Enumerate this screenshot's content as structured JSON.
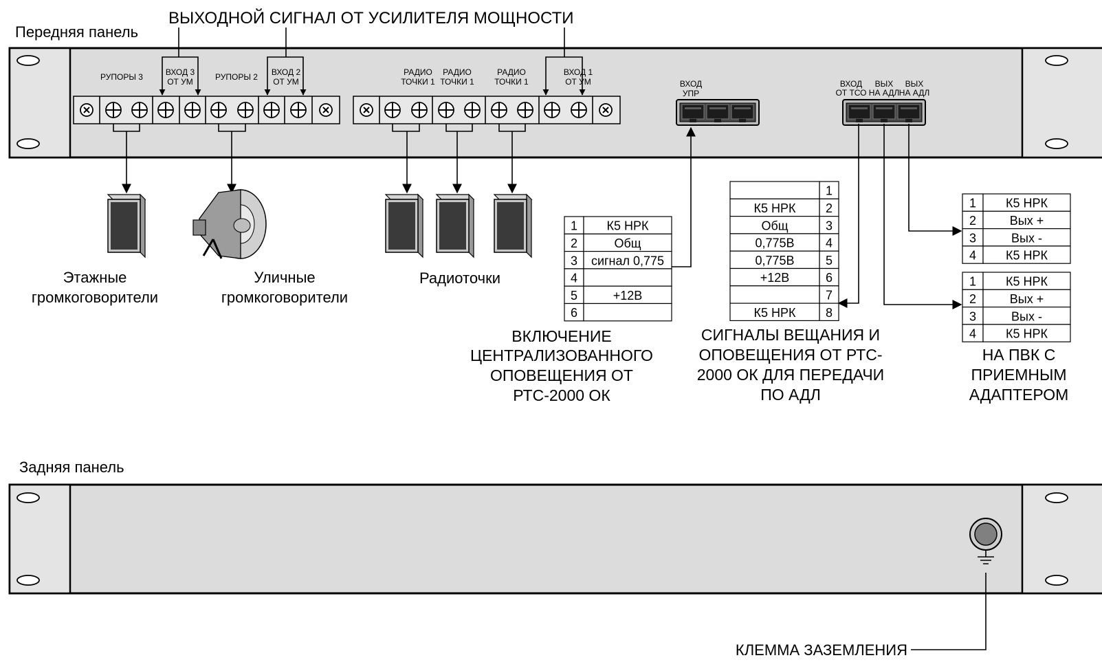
{
  "front_panel": {
    "title": "Передняя панель",
    "main_signal_title": "ВЫХОДНОЙ СИГНАЛ ОТ УСИЛИТЕЛЯ МОЩНОСТИ",
    "terminal_labels": {
      "horns3": "РУПОРЫ 3",
      "in3_a": "ВХОД 3",
      "in3_b": "ОТ УМ",
      "horns2": "РУПОРЫ 2",
      "in2_a": "ВХОД 2",
      "in2_b": "ОТ УМ",
      "radio1_a": "РАДИО",
      "radio1_b": "ТОЧКИ 1",
      "radio2_a": "РАДИО",
      "radio2_b": "ТОЧКИ 1",
      "radio3_a": "РАДИО",
      "radio3_b": "ТОЧКИ 1",
      "in1_a": "ВХОД 1",
      "in1_b": "ОТ УМ",
      "ctrl_a": "ВХОД",
      "ctrl_b": "УПР",
      "tso_a": "ВХОД",
      "tso_b": "ОТ ТСО",
      "adl1_a": "ВЫХ",
      "adl1_b": "НА АДЛ",
      "adl2_a": "ВЫХ",
      "adl2_b": "НА АДЛ"
    },
    "devices": {
      "floor_speakers_a": "Этажные",
      "floor_speakers_b": "громкоговорители",
      "street_speakers_a": "Уличные",
      "street_speakers_b": "громкоговорители",
      "radio_points": "Радиоточки"
    }
  },
  "tables": {
    "control": {
      "rows": [
        {
          "n": "1",
          "v": "К5 НРК"
        },
        {
          "n": "2",
          "v": "Общ"
        },
        {
          "n": "3",
          "v": "сигнал 0,775"
        },
        {
          "n": "4",
          "v": ""
        },
        {
          "n": "5",
          "v": "+12В"
        },
        {
          "n": "6",
          "v": ""
        }
      ],
      "caption": [
        "ВКЛЮЧЕНИЕ",
        "ЦЕНТРАЛИЗОВАННОГО",
        "ОПОВЕЩЕНИЯ ОТ",
        "РТС-2000 ОК"
      ]
    },
    "tso": {
      "rows": [
        {
          "n": "1",
          "v": ""
        },
        {
          "n": "2",
          "v": "К5 НРК"
        },
        {
          "n": "3",
          "v": "Общ"
        },
        {
          "n": "4",
          "v": "0,775В"
        },
        {
          "n": "5",
          "v": "0,775В"
        },
        {
          "n": "6",
          "v": "+12В"
        },
        {
          "n": "7",
          "v": ""
        },
        {
          "n": "8",
          "v": "К5 НРК"
        }
      ],
      "caption": [
        "СИГНАЛЫ ВЕЩАНИЯ И",
        "ОПОВЕЩЕНИЯ ОТ РТС-",
        "2000 ОК ДЛЯ ПЕРЕДАЧИ",
        "ПО АДЛ"
      ]
    },
    "adl1": {
      "rows": [
        {
          "n": "1",
          "v": "К5 НРК"
        },
        {
          "n": "2",
          "v": "Вых +"
        },
        {
          "n": "3",
          "v": "Вых -"
        },
        {
          "n": "4",
          "v": "К5 НРК"
        }
      ]
    },
    "adl2": {
      "rows": [
        {
          "n": "1",
          "v": "К5 НРК"
        },
        {
          "n": "2",
          "v": "Вых +"
        },
        {
          "n": "3",
          "v": "Вых -"
        },
        {
          "n": "4",
          "v": "К5 НРК"
        }
      ],
      "caption": [
        "НА ПВК С",
        "ПРИЕМНЫМ",
        "АДАПТЕРОМ"
      ]
    }
  },
  "rear_panel": {
    "title": "Задняя панель",
    "ground_label": "КЛЕММА ЗАЗЕМЛЕНИЯ"
  }
}
